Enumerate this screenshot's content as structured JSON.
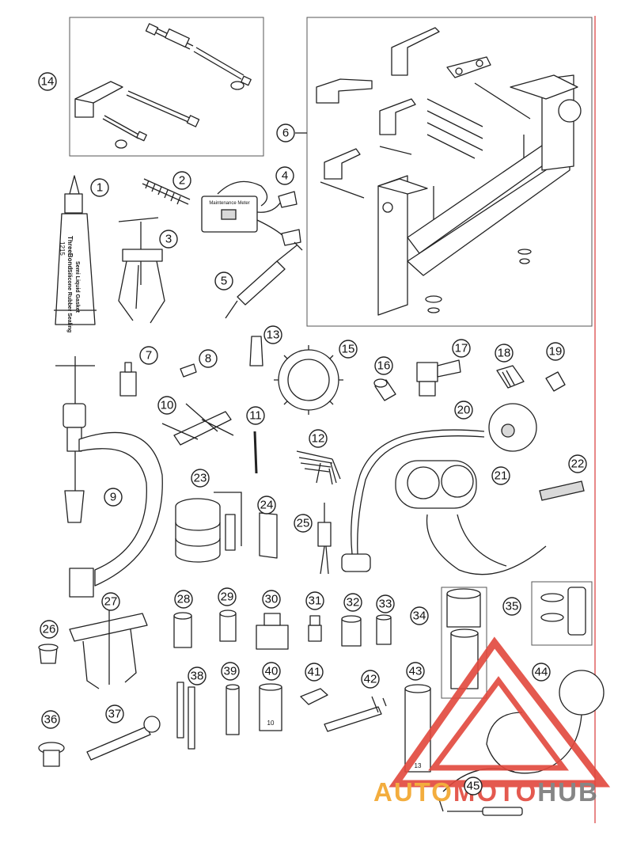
{
  "callouts": [
    "1",
    "2",
    "3",
    "4",
    "5",
    "6",
    "7",
    "8",
    "9",
    "10",
    "11",
    "12",
    "13",
    "14",
    "15",
    "16",
    "17",
    "18",
    "19",
    "20",
    "21",
    "22",
    "23",
    "24",
    "25",
    "26",
    "27",
    "28",
    "29",
    "30",
    "31",
    "32",
    "33",
    "34",
    "35",
    "36",
    "37",
    "38",
    "39",
    "40",
    "41",
    "42",
    "43",
    "44",
    "45"
  ],
  "tube_label": {
    "brand": "ThreeBond",
    "code": "1215",
    "line1": "Semi Liquid Gasket",
    "line2": "Silicone Rubber Sealing"
  },
  "meter_label": "Maintenance Meter",
  "socket_label_40": "10",
  "socket_label_43": "13",
  "watermark": {
    "part1": "AUTO",
    "part2": "MOTO",
    "part3": "HUB",
    "colors": {
      "red": "#e2483d",
      "orange": "#f2a52a",
      "gray": "#7a7a7a"
    }
  },
  "colors": {
    "line": "#222222",
    "frame": "#555555",
    "margin_line": "#e06060"
  }
}
